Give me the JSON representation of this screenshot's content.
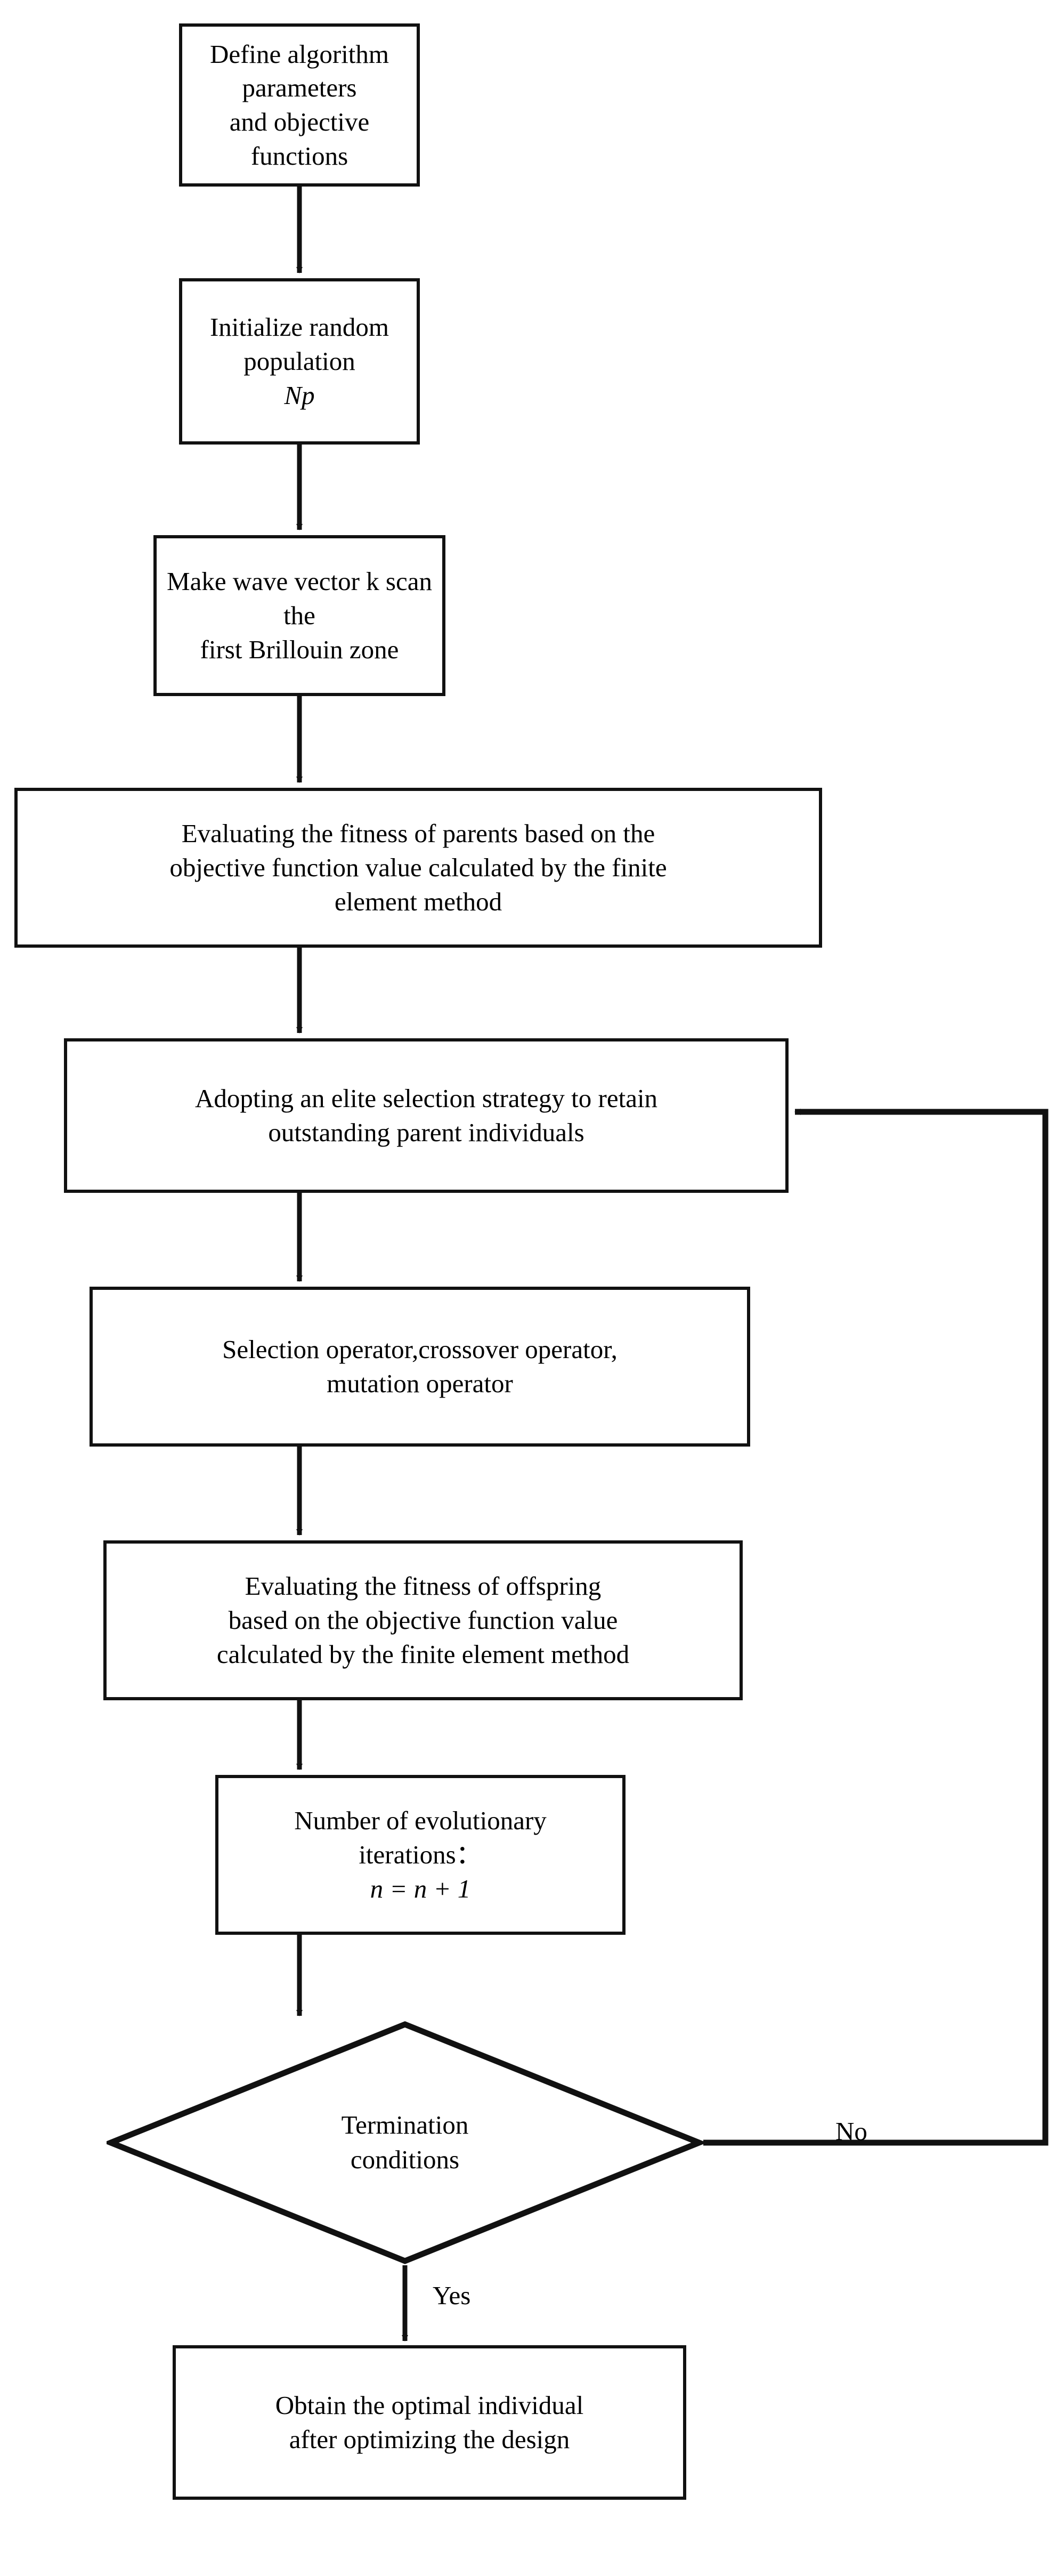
{
  "diagram": {
    "type": "flowchart",
    "title": "Genetic algorithm optimization flowchart",
    "orientation": "top-to-bottom"
  },
  "nodes": {
    "define": {
      "shape": "process",
      "line1": "Define algorithm parameters",
      "line2": "and objective functions"
    },
    "initialize": {
      "shape": "process",
      "line1": "Initialize random population",
      "line2": "Np"
    },
    "wave": {
      "shape": "process",
      "line1": "Make wave vector k scan the",
      "line2": "first Brillouin zone"
    },
    "evaluate_parents": {
      "shape": "process",
      "line1": "Evaluating the fitness of parents based on the",
      "line2": "objective function value calculated by the finite",
      "line3": "element method"
    },
    "elite": {
      "shape": "process",
      "line1": "Adopting an elite selection strategy to retain",
      "line2": "outstanding parent individuals"
    },
    "operators": {
      "shape": "process",
      "line1": "Selection operator,crossover operator,",
      "line2": "mutation operator"
    },
    "evaluate_offspring": {
      "shape": "process",
      "line1": "Evaluating the fitness of offspring",
      "line2": "based on the objective function value",
      "line3": "calculated by the finite element method"
    },
    "iterations": {
      "shape": "process",
      "line1": "Number of evolutionary",
      "line2": "iterations：",
      "line3": "n = n + 1"
    },
    "termination": {
      "shape": "decision",
      "line1": "Termination",
      "line2": "conditions"
    },
    "obtain": {
      "shape": "process",
      "line1": "Obtain the optimal individual",
      "line2": "after optimizing the design"
    }
  },
  "edges": {
    "no_label": "No",
    "yes_label": "Yes"
  },
  "colors": {
    "stroke": "#111111",
    "background": "#ffffff",
    "text": "#000000"
  }
}
